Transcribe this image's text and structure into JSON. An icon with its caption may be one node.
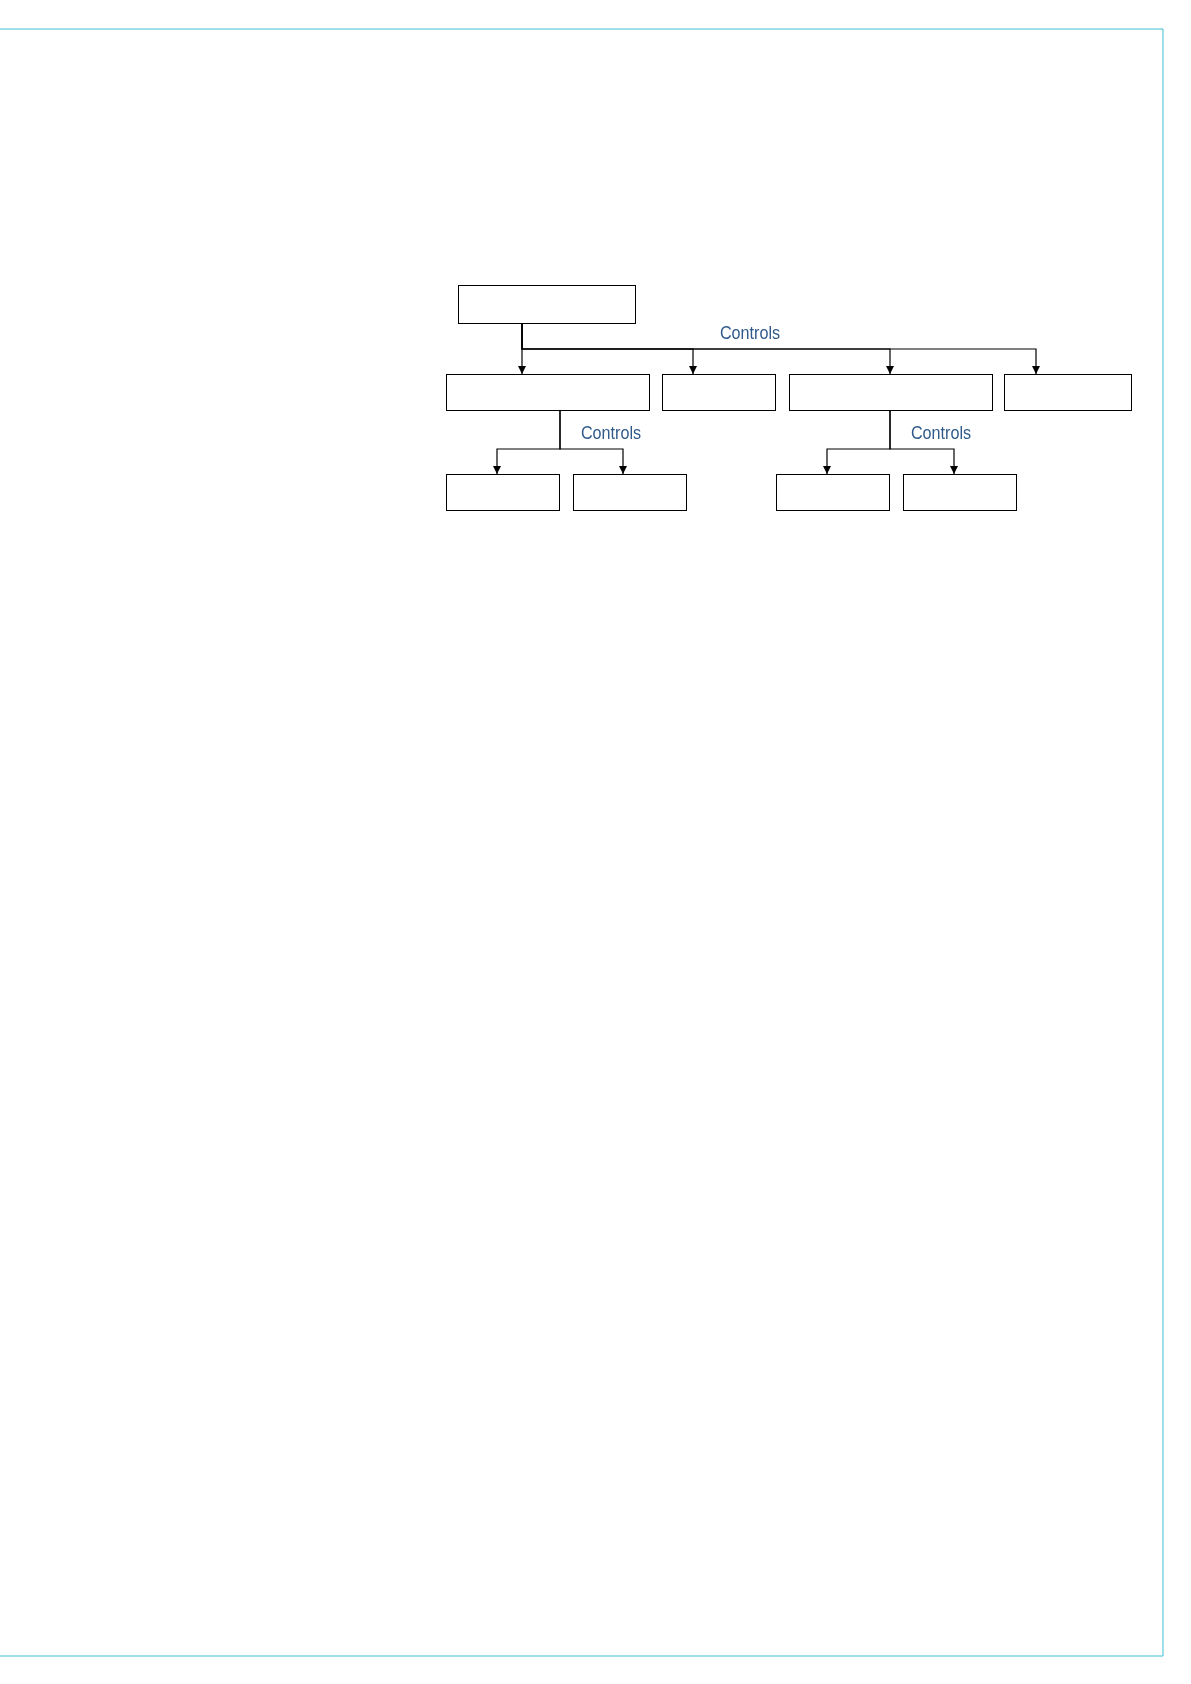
{
  "diagram": {
    "nodes": [
      {
        "text": [],
        "shape": "box"
      },
      {
        "text": [],
        "shape": "box"
      },
      {
        "text": [],
        "shape": "box"
      },
      {
        "text": [],
        "shape": "box"
      },
      {
        "text": [],
        "shape": "box"
      },
      {
        "text": [],
        "shape": "box"
      },
      {
        "text": [],
        "shape": "box"
      },
      {
        "text": [],
        "shape": "box"
      },
      {
        "text": [],
        "shape": "box"
      }
    ],
    "edges": [
      {
        "from": 0,
        "to": 1,
        "arrow": "to"
      },
      {
        "from": 0,
        "to": 2,
        "arrow": "to"
      },
      {
        "from": 0,
        "to": 3,
        "arrow": "to",
        "label": "Controls"
      },
      {
        "from": 0,
        "to": 4,
        "arrow": "to"
      },
      {
        "from": 1,
        "to": 5,
        "arrow": "to"
      },
      {
        "from": 1,
        "to": 6,
        "arrow": "to",
        "label": "Controls"
      },
      {
        "from": 3,
        "to": 7,
        "arrow": "to"
      },
      {
        "from": 3,
        "to": 8,
        "arrow": "to",
        "label": "Controls"
      }
    ]
  }
}
